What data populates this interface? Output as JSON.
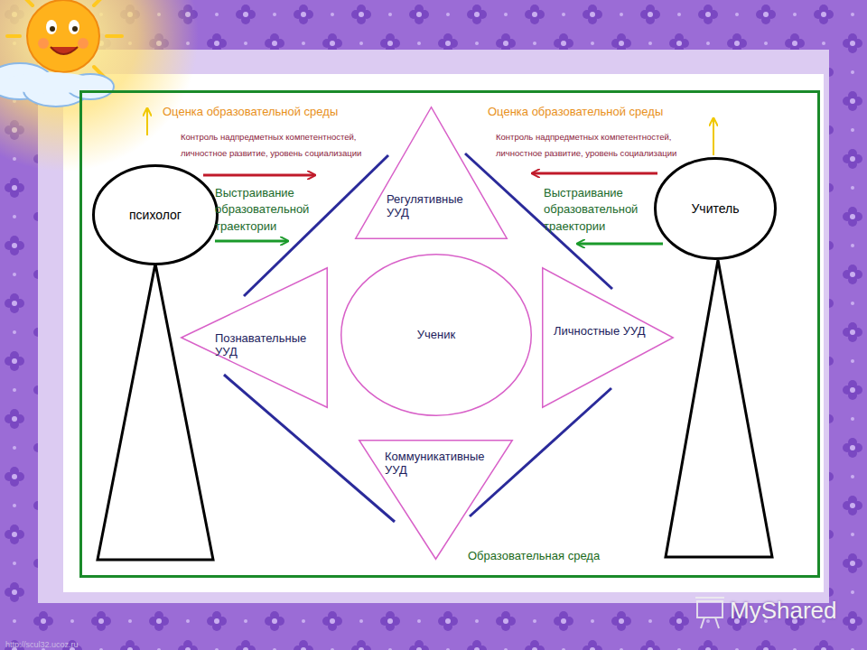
{
  "diagram": {
    "nodes": [
      {
        "text": [
          "Образовательная среда"
        ]
      },
      {
        "text": [
          "психолог"
        ],
        "in": 0
      },
      {
        "text": [
          "Учитель"
        ],
        "in": 0
      },
      {
        "text": [
          "Регулятивные УУД"
        ],
        "in": 0
      },
      {
        "text": [
          "Познавательные УУД"
        ],
        "in": 0
      },
      {
        "text": [
          "Ученик"
        ],
        "in": 0
      },
      {
        "text": [
          "Личностные УУД"
        ],
        "in": 0
      },
      {
        "text": [
          "Коммуникативные УУД"
        ],
        "in": 0
      }
    ],
    "labels": [
      "Оценка образовательной среды",
      "Контроль надпредметных компетентностей, личностное развитие, уровень социализации",
      "Выстраивание образовательной траектории",
      "Оценка образовательной среды",
      "Контроль надпредметных компетентностей, личностное развитие, уровень социализации",
      "Выстраивание образовательной траектории",
      "http://scul32.ucoz.ru",
      "MyShared"
    ]
  }
}
